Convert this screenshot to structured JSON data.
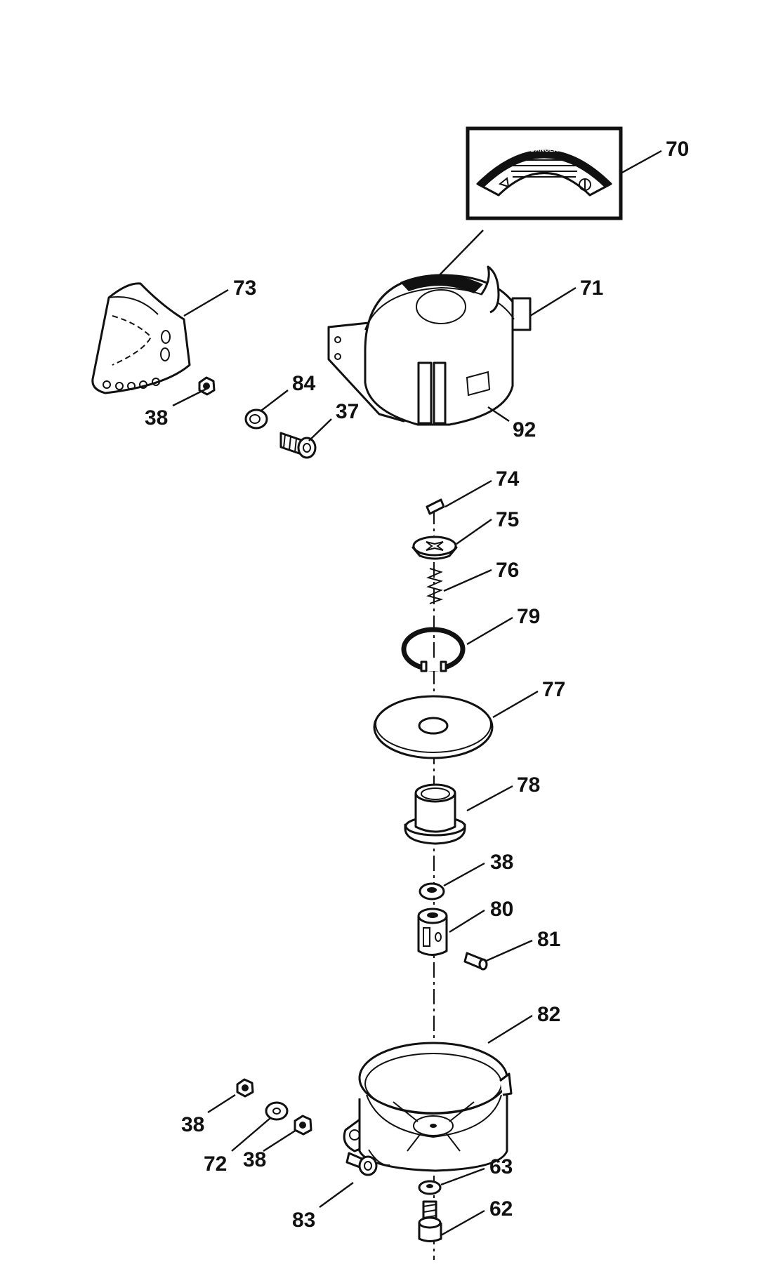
{
  "diagram": {
    "callouts": [
      {
        "id": "70",
        "label": "70"
      },
      {
        "id": "71",
        "label": "71"
      },
      {
        "id": "73",
        "label": "73"
      },
      {
        "id": "84",
        "label": "84"
      },
      {
        "id": "37",
        "label": "37"
      },
      {
        "id": "38-a",
        "label": "38"
      },
      {
        "id": "92",
        "label": "92"
      },
      {
        "id": "74",
        "label": "74"
      },
      {
        "id": "75",
        "label": "75"
      },
      {
        "id": "76",
        "label": "76"
      },
      {
        "id": "79",
        "label": "79"
      },
      {
        "id": "77",
        "label": "77"
      },
      {
        "id": "78",
        "label": "78"
      },
      {
        "id": "38-b",
        "label": "38"
      },
      {
        "id": "80",
        "label": "80"
      },
      {
        "id": "81",
        "label": "81"
      },
      {
        "id": "82",
        "label": "82"
      },
      {
        "id": "38-c",
        "label": "38"
      },
      {
        "id": "72",
        "label": "72"
      },
      {
        "id": "38-d",
        "label": "38"
      },
      {
        "id": "83",
        "label": "83"
      },
      {
        "id": "63",
        "label": "63"
      },
      {
        "id": "62",
        "label": "62"
      }
    ],
    "decal": {
      "heading": "DANGER"
    }
  }
}
